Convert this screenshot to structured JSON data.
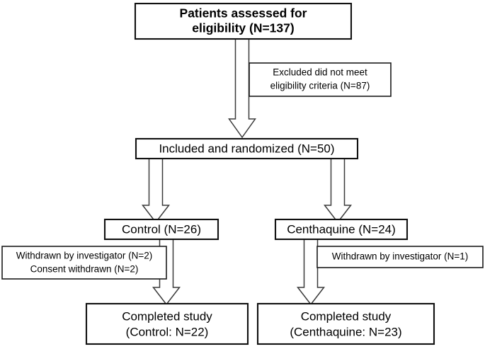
{
  "diagram": {
    "type": "consort-flow-diagram",
    "title": "CONSORT patient flow",
    "colors": {
      "background": "#ffffff",
      "box_border": "#1a1a1a",
      "arrow_stroke": "#3a3a3a",
      "arrow_fill": "#ffffff",
      "text": "#000000"
    },
    "nodes": {
      "assessed": {
        "name": "patients-assessed-box",
        "line1": "Patients assessed for",
        "line2": "eligibility (N=137)",
        "n": 137
      },
      "excluded": {
        "name": "excluded-box",
        "line1": "Excluded did not meet",
        "line2": "eligibility criteria (N=87)",
        "n": 87
      },
      "randomized": {
        "name": "included-randomized-box",
        "line1": "Included and randomized  (N=50)",
        "n": 50
      },
      "control": {
        "name": "control-arm-box",
        "line1": "Control (N=26)",
        "n": 26
      },
      "centhaquine": {
        "name": "centhaquine-arm-box",
        "line1": "Centhaquine  (N=24)",
        "n": 24
      },
      "control_withdrawn": {
        "name": "control-withdrawn-box",
        "line1": "Withdrawn by investigator (N=2)",
        "line2": "Consent withdrawn (N=2)",
        "n_investigator": 2,
        "n_consent": 2
      },
      "centhaquine_withdrawn": {
        "name": "centhaquine-withdrawn-box",
        "line1": "Withdrawn by investigator (N=1)",
        "n_investigator": 1
      },
      "control_completed": {
        "name": "control-completed-box",
        "line1": "Completed study",
        "line2": "(Control: N=22)",
        "n": 22
      },
      "centhaquine_completed": {
        "name": "centhaquine-completed-box",
        "line1": "Completed study",
        "line2": "(Centhaquine:  N=23)",
        "n": 23
      }
    },
    "arrows": [
      {
        "name": "arrow-assessed-to-randomized",
        "from": "assessed",
        "to": "randomized"
      },
      {
        "name": "arrow-randomized-to-control",
        "from": "randomized",
        "to": "control"
      },
      {
        "name": "arrow-randomized-to-centhaquine",
        "from": "randomized",
        "to": "centhaquine"
      },
      {
        "name": "arrow-control-to-completed",
        "from": "control",
        "to": "control_completed"
      },
      {
        "name": "arrow-centhaquine-to-completed",
        "from": "centhaquine",
        "to": "centhaquine_completed"
      }
    ]
  }
}
